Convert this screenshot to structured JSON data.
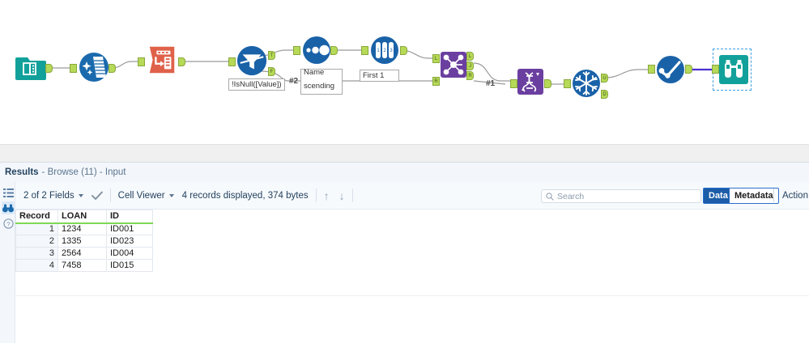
{
  "app": {
    "canvas_name": "workflow-canvas"
  },
  "workflow": {
    "tools": [
      {
        "id": "input-data",
        "name": "input-data-tool",
        "label": "Input Data",
        "color": "#12a19a"
      },
      {
        "id": "data-cleansing",
        "name": "data-cleansing-tool",
        "label": "Data Cleansing",
        "color": "#1a6aad"
      },
      {
        "id": "text-to-columns",
        "name": "text-to-columns-tool",
        "label": "Text To Columns",
        "color": "#e0614a"
      },
      {
        "id": "filter",
        "name": "filter-tool",
        "label": "Filter",
        "color": "#1a62a8"
      },
      {
        "id": "sort",
        "name": "sort-tool",
        "label": "Sort",
        "color": "#1a62a8"
      },
      {
        "id": "sample",
        "name": "sample-tool",
        "label": "Sample",
        "color": "#1a62a8"
      },
      {
        "id": "join",
        "name": "join-tool",
        "label": "Join",
        "color": "#6b3fa0"
      },
      {
        "id": "transpose",
        "name": "transpose-tool",
        "label": "Transpose",
        "color": "#6b3fa0"
      },
      {
        "id": "unique",
        "name": "unique-tool",
        "label": "Unique",
        "color": "#1a62a8"
      },
      {
        "id": "select",
        "name": "select-tool",
        "label": "Select",
        "color": "#1a62a8"
      },
      {
        "id": "browse",
        "name": "browse-tool",
        "label": "Browse",
        "color": "#12a19a"
      }
    ],
    "annotations": {
      "filter_expression": "!IsNull([Value])",
      "sort_line1": "Name",
      "sort_line2": "scending",
      "sample_text": "First 1"
    },
    "connection_labels": {
      "conn2": "#2",
      "conn1": "#1"
    },
    "ports": {
      "filter_true": "T",
      "filter_false": "F",
      "join_left_in": "L",
      "join_right_in": "R",
      "join_left_out": "L",
      "join_inner_out": "J",
      "join_right_out": "R",
      "unique_unique": "U",
      "unique_duplicate": "D"
    }
  },
  "results": {
    "title": "Results",
    "subtitle": "- Browse (11) - Input",
    "rail": [
      {
        "name": "list-view-icon",
        "label": "List View"
      },
      {
        "name": "binoculars-icon",
        "label": "Browse"
      },
      {
        "name": "help-icon",
        "label": "Help"
      }
    ],
    "toolbar": {
      "fields_label": "2 of 2 Fields",
      "check_label": "Apply",
      "viewer_label": "Cell Viewer",
      "records_label": "4 records displayed, 374 bytes",
      "up_arrow": "↑",
      "down_arrow": "↓"
    },
    "search": {
      "placeholder": "Search",
      "value": ""
    },
    "segmented": {
      "data_label": "Data",
      "metadata_label": "Metadata",
      "selected": "Data"
    },
    "actions_label": "Action",
    "table": {
      "columns": [
        "Record",
        "LOAN",
        "ID"
      ],
      "rows": [
        {
          "record": "1",
          "loan": "1234",
          "id": "ID001"
        },
        {
          "record": "2",
          "loan": "1335",
          "id": "ID023"
        },
        {
          "record": "3",
          "loan": "2564",
          "id": "ID004"
        },
        {
          "record": "4",
          "loan": "7458",
          "id": "ID015"
        }
      ]
    }
  },
  "colors": {
    "accent_blue": "#1c5ca8",
    "teal": "#12a19a",
    "purple": "#6b3fa0",
    "orange": "#e0614a",
    "port_green": "#b6d957",
    "header_underline": "#7ed957",
    "selection_blue": "#3f9fe0"
  }
}
